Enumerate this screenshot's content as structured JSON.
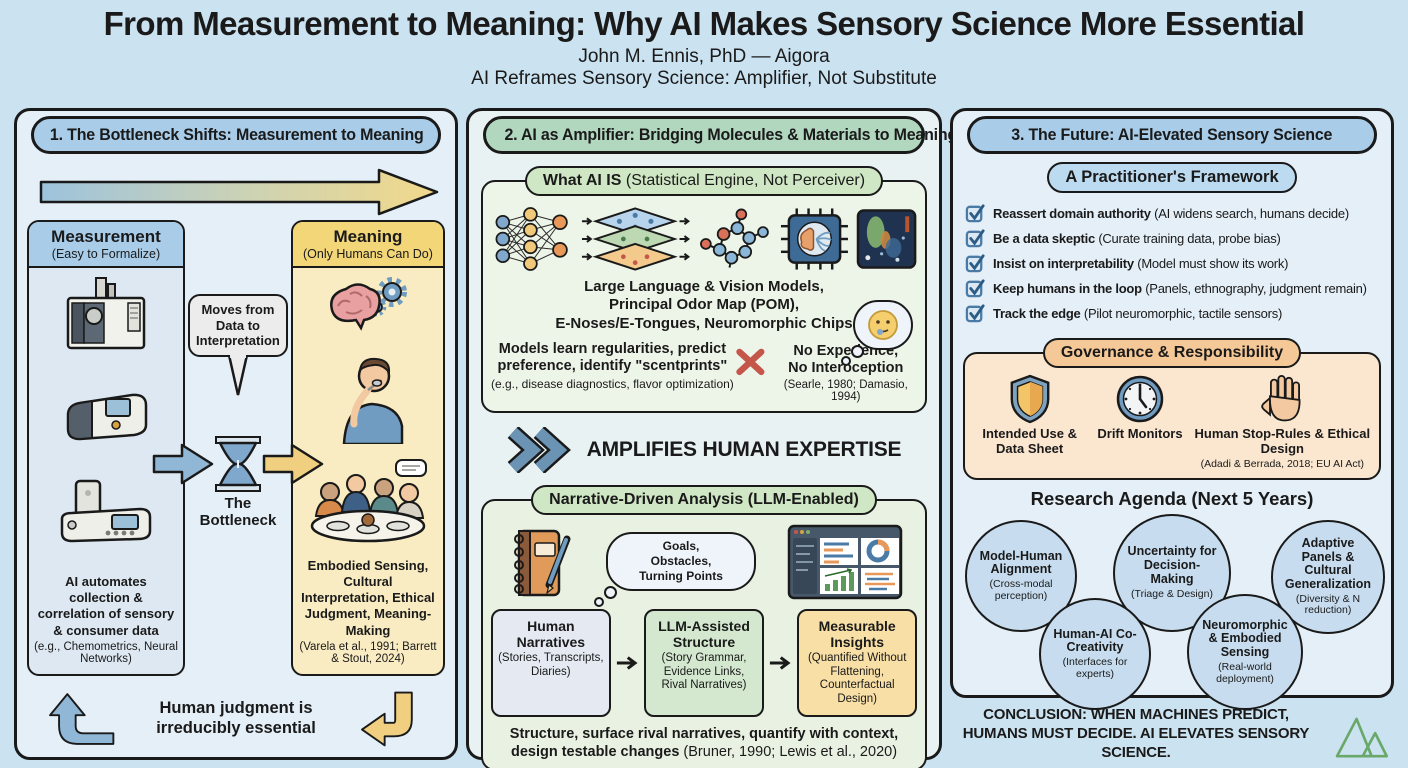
{
  "header": {
    "title": "From Measurement to Meaning: Why AI Makes Sensory Science More Essential",
    "author": "John M. Ennis, PhD — Aigora",
    "tagline": "AI Reframes Sensory Science: Amplifier, Not Substitute"
  },
  "panel1": {
    "title": "1. The Bottleneck Shifts: Measurement to Meaning",
    "measurement": {
      "title": "Measurement",
      "subtitle": "(Easy to Formalize)",
      "body": "AI automates collection & correlation of sensory & consumer data",
      "note": "(e.g., Chemometrics, Neural Networks)"
    },
    "callout": "Moves from Data to Interpretation",
    "bottleneck_label": "The Bottleneck",
    "meaning": {
      "title": "Meaning",
      "subtitle": "(Only Humans Can Do)",
      "body": "Embodied Sensing, Cultural Interpretation, Ethical Judgment, Meaning-Making",
      "note": "(Varela et al., 1991; Barrett & Stout, 2024)"
    },
    "footer": "Human judgment is irreducibly essential"
  },
  "panel2": {
    "title": "2. AI as Amplifier: Bridging Molecules & Materials to Meaning",
    "what_ai_is": {
      "title": "What AI IS",
      "title_note": "(Statistical Engine, Not Perceiver)",
      "models_lines": [
        "Large Language & Vision Models,",
        "Principal Odor Map (POM),",
        "E-Noses/E-Tongues, Neuromorphic Chips"
      ],
      "learn": "Models learn regularities, predict preference, identify \"scentprints\"",
      "learn_note": "(e.g., disease diagnostics, flavor optimization)",
      "no_experience_lines": [
        "No Experience,",
        "No Interoception"
      ],
      "no_experience_note": "(Searle, 1980; Damasio, 1994)"
    },
    "amplifies": "AMPLIFIES HUMAN EXPERTISE",
    "narrative": {
      "title": "Narrative-Driven Analysis (LLM-Enabled)",
      "thought_lines": [
        "Goals,",
        "Obstacles,",
        "Turning Points"
      ],
      "boxes": [
        {
          "title": "Human Narratives",
          "note": "(Stories, Transcripts, Diaries)"
        },
        {
          "title": "LLM-Assisted Structure",
          "note": "(Story Grammar, Evidence Links, Rival Narratives)"
        },
        {
          "title": "Measurable Insights",
          "note": "(Quantified Without Flattening, Counterfactual Design)"
        }
      ],
      "footer_bold": "Structure, surface rival narratives, quantify with context, design testable changes",
      "footer_note": "(Bruner, 1990; Lewis et al., 2020)"
    }
  },
  "panel3": {
    "title": "3. The Future: AI-Elevated Sensory Science",
    "framework": {
      "title": "A Practitioner's Framework",
      "items": [
        {
          "bold": "Reassert domain authority",
          "note": "(AI widens search, humans decide)"
        },
        {
          "bold": "Be a data skeptic",
          "note": "(Curate training data, probe bias)"
        },
        {
          "bold": "Insist on interpretability",
          "note": "(Model must show its work)"
        },
        {
          "bold": "Keep humans in the loop",
          "note": "(Panels, ethnography, judgment remain)"
        },
        {
          "bold": "Track the edge",
          "note": "(Pilot neuromorphic, tactile sensors)"
        }
      ]
    },
    "governance": {
      "title": "Governance & Responsibility",
      "items": [
        {
          "label": "Intended Use & Data Sheet",
          "note": ""
        },
        {
          "label": "Drift Monitors",
          "note": ""
        },
        {
          "label": "Human Stop-Rules & Ethical Design",
          "note": "(Adadi & Berrada, 2018; EU AI Act)"
        }
      ]
    },
    "agenda": {
      "title": "Research Agenda (Next 5 Years)",
      "circles": [
        {
          "title": "Model-Human Alignment",
          "note": "(Cross-modal perception)"
        },
        {
          "title": "Uncertainty for Decision-Making",
          "note": "(Triage & Design)"
        },
        {
          "title": "Adaptive Panels & Cultural Generalization",
          "note": "(Diversity & N reduction)"
        },
        {
          "title": "Human-AI Co-Creativity",
          "note": "(Interfaces for experts)"
        },
        {
          "title": "Neuromorphic & Embodied Sensing",
          "note": "(Real-world deployment)"
        }
      ]
    },
    "conclusion": "CONCLUSION: WHEN MACHINES PREDICT, HUMANS MUST DECIDE. AI ELEVATES SENSORY SCIENCE."
  },
  "icons": [
    "gc-instrument-icon",
    "spectrophotometer-icon",
    "analyzer-icon",
    "brain-gear-icon",
    "person-tasting-icon",
    "family-table-icon",
    "hourglass-icon",
    "gradient-arrow-icon",
    "curved-arrow-blue-icon",
    "curved-arrow-yellow-icon",
    "neural-network-icon",
    "layer-stack-icon",
    "molecule-icon",
    "neuromorphic-chip-icon",
    "heatmap-icon",
    "thought-face-icon",
    "red-x-icon",
    "double-chevron-icon",
    "notebook-pen-icon",
    "thought-cloud-icon",
    "dashboard-icon",
    "checkbox-check-icon",
    "shield-icon",
    "clock-icon",
    "hand-icon",
    "aigora-logo"
  ],
  "colors": {
    "page_bg": "#cbe2f1",
    "pill_blue": "#a9cde9",
    "pill_green": "#b2d7bf",
    "yellow_header": "#f2d677",
    "yellow_body": "#f9ecc2",
    "blue_body": "#dde8f2",
    "green_fill": "#edf4e8",
    "orange_pill": "#f5c897",
    "orange_fill": "#fbe7d0",
    "circle_blue": "#c7ddef",
    "arrow_blue": "#90b8d6",
    "arrow_yellow": "#f0d080",
    "x_red": "#c4574a",
    "logo_green": "#6aa86a"
  }
}
